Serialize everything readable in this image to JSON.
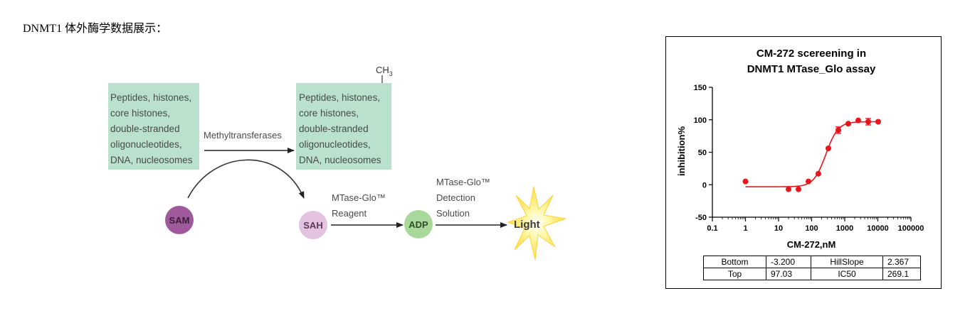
{
  "heading": "DNMT1 体外酶学数据展示：",
  "scheme": {
    "substrate_lines": [
      "Peptides, histones,",
      "core histones,",
      "double-stranded",
      "oligonucleotides,",
      "DNA, nucleosomes"
    ],
    "methylated_lines": [
      "Peptides, histones,",
      "core histones,",
      "double-stranded",
      "oligonucleotides,",
      "DNA, nucleosomes"
    ],
    "methyl_group": "CH",
    "methyl_sub": "3",
    "enzyme_label": "Methyltransferases",
    "sam": "SAM",
    "sah": "SAH",
    "reagent_lines": [
      "MTase-Glo™",
      "Reagent"
    ],
    "adp": "ADP",
    "detection_lines": [
      "MTase-Glo™",
      "Detection",
      "Solution"
    ],
    "light": "Light",
    "colors": {
      "box": "#b9e1cc",
      "sam": "#a05a9c",
      "sah": "#e3c3e0",
      "adp": "#a9d99a",
      "light": "#ffe84a",
      "text": "#4a4a4a"
    }
  },
  "chart_data": {
    "type": "scatter",
    "title": [
      "CM-272 scereening in",
      "DNMT1  MTase_Glo assay"
    ],
    "xlabel": "CM-272,nM",
    "ylabel": "inhibition%",
    "xscale": "log",
    "xlim": [
      0.1,
      100000
    ],
    "ylim": [
      -50,
      150
    ],
    "xticks": [
      0.1,
      1,
      10,
      100,
      1000,
      10000,
      100000
    ],
    "xtick_labels": [
      "0.1",
      "1",
      "10",
      "100",
      "1000",
      "10000",
      "100000"
    ],
    "yticks": [
      -50,
      0,
      50,
      100,
      150
    ],
    "ytick_labels": [
      "-50",
      "0",
      "50",
      "100",
      "150"
    ],
    "points": [
      {
        "x": 1,
        "y": 5,
        "err": 0
      },
      {
        "x": 20,
        "y": -7,
        "err": 0
      },
      {
        "x": 40,
        "y": -7,
        "err": 0
      },
      {
        "x": 80,
        "y": 5,
        "err": 0
      },
      {
        "x": 160,
        "y": 17,
        "err": 0
      },
      {
        "x": 320,
        "y": 56,
        "err": 0
      },
      {
        "x": 640,
        "y": 84,
        "err": 5
      },
      {
        "x": 1280,
        "y": 94,
        "err": 0
      },
      {
        "x": 2560,
        "y": 99,
        "err": 0
      },
      {
        "x": 5120,
        "y": 97,
        "err": 5
      },
      {
        "x": 10240,
        "y": 97,
        "err": 0
      }
    ],
    "fit": {
      "bottom": -3.2,
      "top": 97.03,
      "hillslope": 2.367,
      "ic50": 269.1
    },
    "color": "#e8161c",
    "grid": false,
    "table": [
      [
        "Bottom",
        "-3.200",
        "HillSlope",
        "2.367"
      ],
      [
        "Top",
        "97.03",
        "IC50",
        "269.1"
      ]
    ]
  }
}
